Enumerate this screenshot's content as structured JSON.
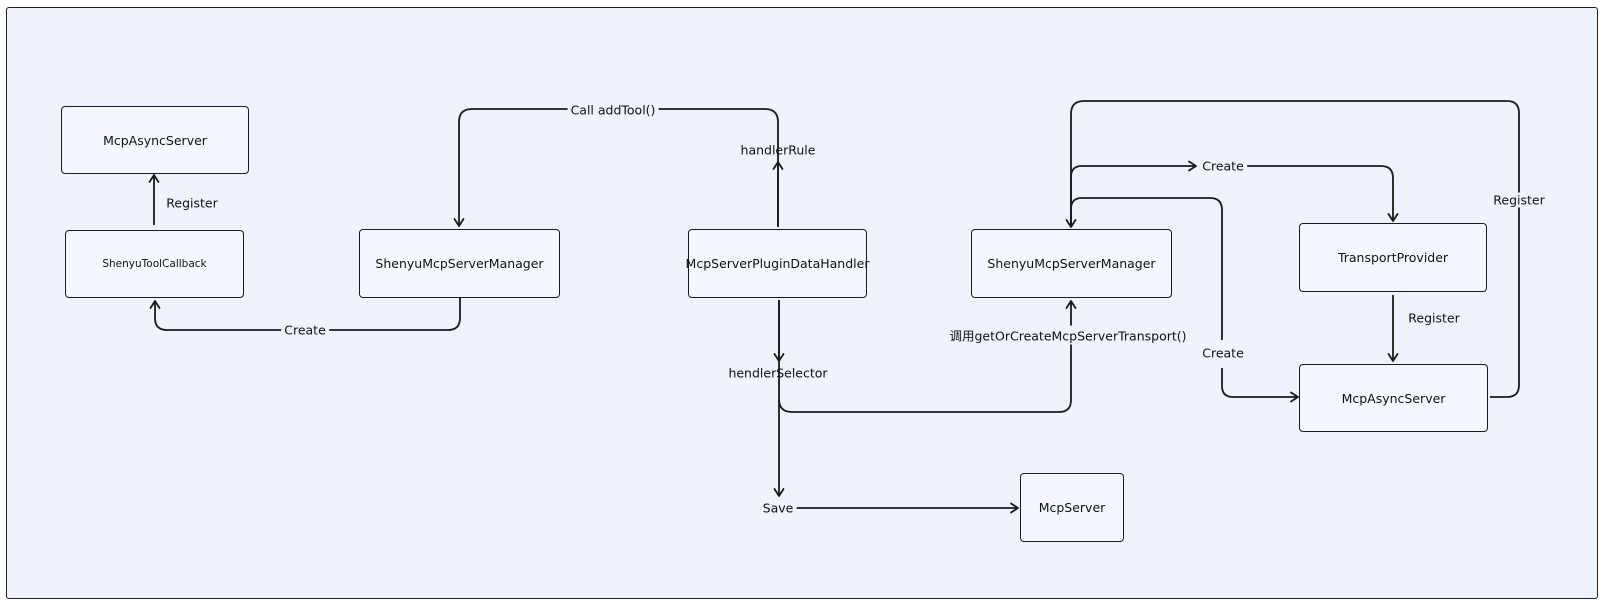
{
  "nodes": {
    "mcp_async_server_left": "McpAsyncServer",
    "shenyu_tool_callback": "ShenyuToolCallback",
    "shenyu_mcp_server_manager_left": "ShenyuMcpServerManager",
    "mcp_server_plugin_data_handler": "McpServerPluginDataHandler",
    "shenyu_mcp_server_manager_right": "ShenyuMcpServerManager",
    "transport_provider": "TransportProvider",
    "mcp_async_server_right": "McpAsyncServer",
    "mcp_server": "McpServer"
  },
  "labels": {
    "register_left": "Register",
    "create_left": "Create",
    "call_add_tool": "Call addTool()",
    "handler_rule": "handlerRule",
    "hendler_selector": "hendlerSelector",
    "get_or_create_transport": "调用getOrCreateMcpServerTransport()",
    "save": "Save",
    "create_top": "Create",
    "create_mid": "Create",
    "register_transport": "Register",
    "register_right": "Register"
  },
  "colors": {
    "background": "#eef3fc",
    "stroke": "#1a1a1a"
  }
}
